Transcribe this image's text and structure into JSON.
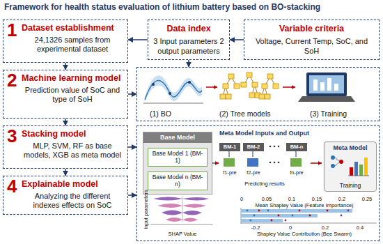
{
  "diagram": {
    "title": "Framework for health status evaluation of lithium battery based on BO-stacking",
    "nodes": [
      {
        "text": [
          "1",
          "Dataset establishment",
          "24,1326 samples from experimental dataset"
        ]
      },
      {
        "text": [
          "Data index",
          "3 Input parameters 2 output parameters"
        ]
      },
      {
        "text": [
          "Variable criteria",
          "Voltage, Current Temp, SoC, and SoH"
        ]
      },
      {
        "text": [
          "2",
          "Machine learning model",
          "Prediction value of SoC and type of SoH"
        ]
      },
      {
        "text": [
          "(1) BO",
          "(2) Tree models",
          "(3) Training"
        ]
      },
      {
        "text": [
          "3",
          "Stacking model",
          "MLP, SVM, RF as base models, XGB as meta model"
        ]
      },
      {
        "text": [
          "Meta Model Inputs and Output"
        ]
      },
      {
        "text": [
          "Base Model"
        ],
        "in": 6
      },
      {
        "text": [
          "Base Model 1 (BM-1)"
        ],
        "in": 7
      },
      {
        "text": [
          "Base Model n (BM-n)"
        ],
        "in": 7
      },
      {
        "text": [
          "Meta Model",
          "Training"
        ],
        "in": 6
      },
      {
        "text": [
          "4",
          "Explainable model",
          "Analyzing the different indexes effects on SoC"
        ]
      }
    ],
    "edges": [
      {
        "from": 1,
        "to": 0,
        "arrow": "to"
      },
      {
        "from": 2,
        "to": 1,
        "arrow": "to"
      },
      {
        "from": 1,
        "to": 4,
        "arrow": "to"
      },
      {
        "from": 0,
        "to": 3,
        "arrow": "to"
      },
      {
        "from": 3,
        "to": 4,
        "arrow": "to"
      },
      {
        "from": 3,
        "to": 5,
        "arrow": "to"
      },
      {
        "from": 5,
        "to": 6,
        "arrow": "to"
      },
      {
        "from": 5,
        "to": 11,
        "arrow": "to"
      },
      {
        "from": 11,
        "to": 6,
        "arrow": "to"
      }
    ],
    "labels": [
      "BM-1",
      "BM-2",
      "BM-n",
      "f1-pre",
      "f2-pre",
      "fn-pre",
      "Predicting results",
      "Input parameters",
      "SHAP Value",
      "0",
      "0.05",
      "0.1",
      "0.15",
      "0.2",
      "0.25",
      "Mean Shapley Value (Feature Importance)",
      "-0.2",
      "0",
      "0.2",
      "0.4",
      "Shapley Value Contribution (Bee Swarm)"
    ]
  }
}
